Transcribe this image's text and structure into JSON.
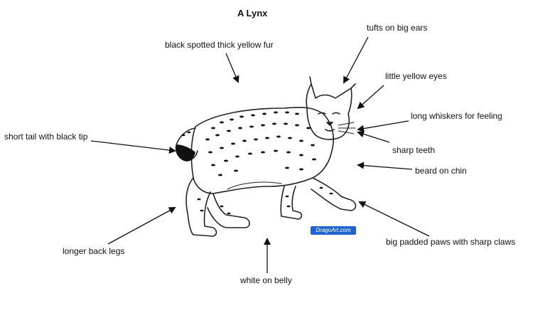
{
  "title": "A Lynx",
  "labels": {
    "fur": "black spotted thick yellow fur",
    "ears": "tufts on big ears",
    "eyes": "little yellow eyes",
    "whiskers": "long whiskers for feeling",
    "tail": "short tail with black tip",
    "teeth": "sharp teeth",
    "beard": "beard on chin",
    "legs": "longer back legs",
    "paws": "big padded paws with sharp claws",
    "belly": "white on belly"
  },
  "watermark": "DragoArt.com"
}
